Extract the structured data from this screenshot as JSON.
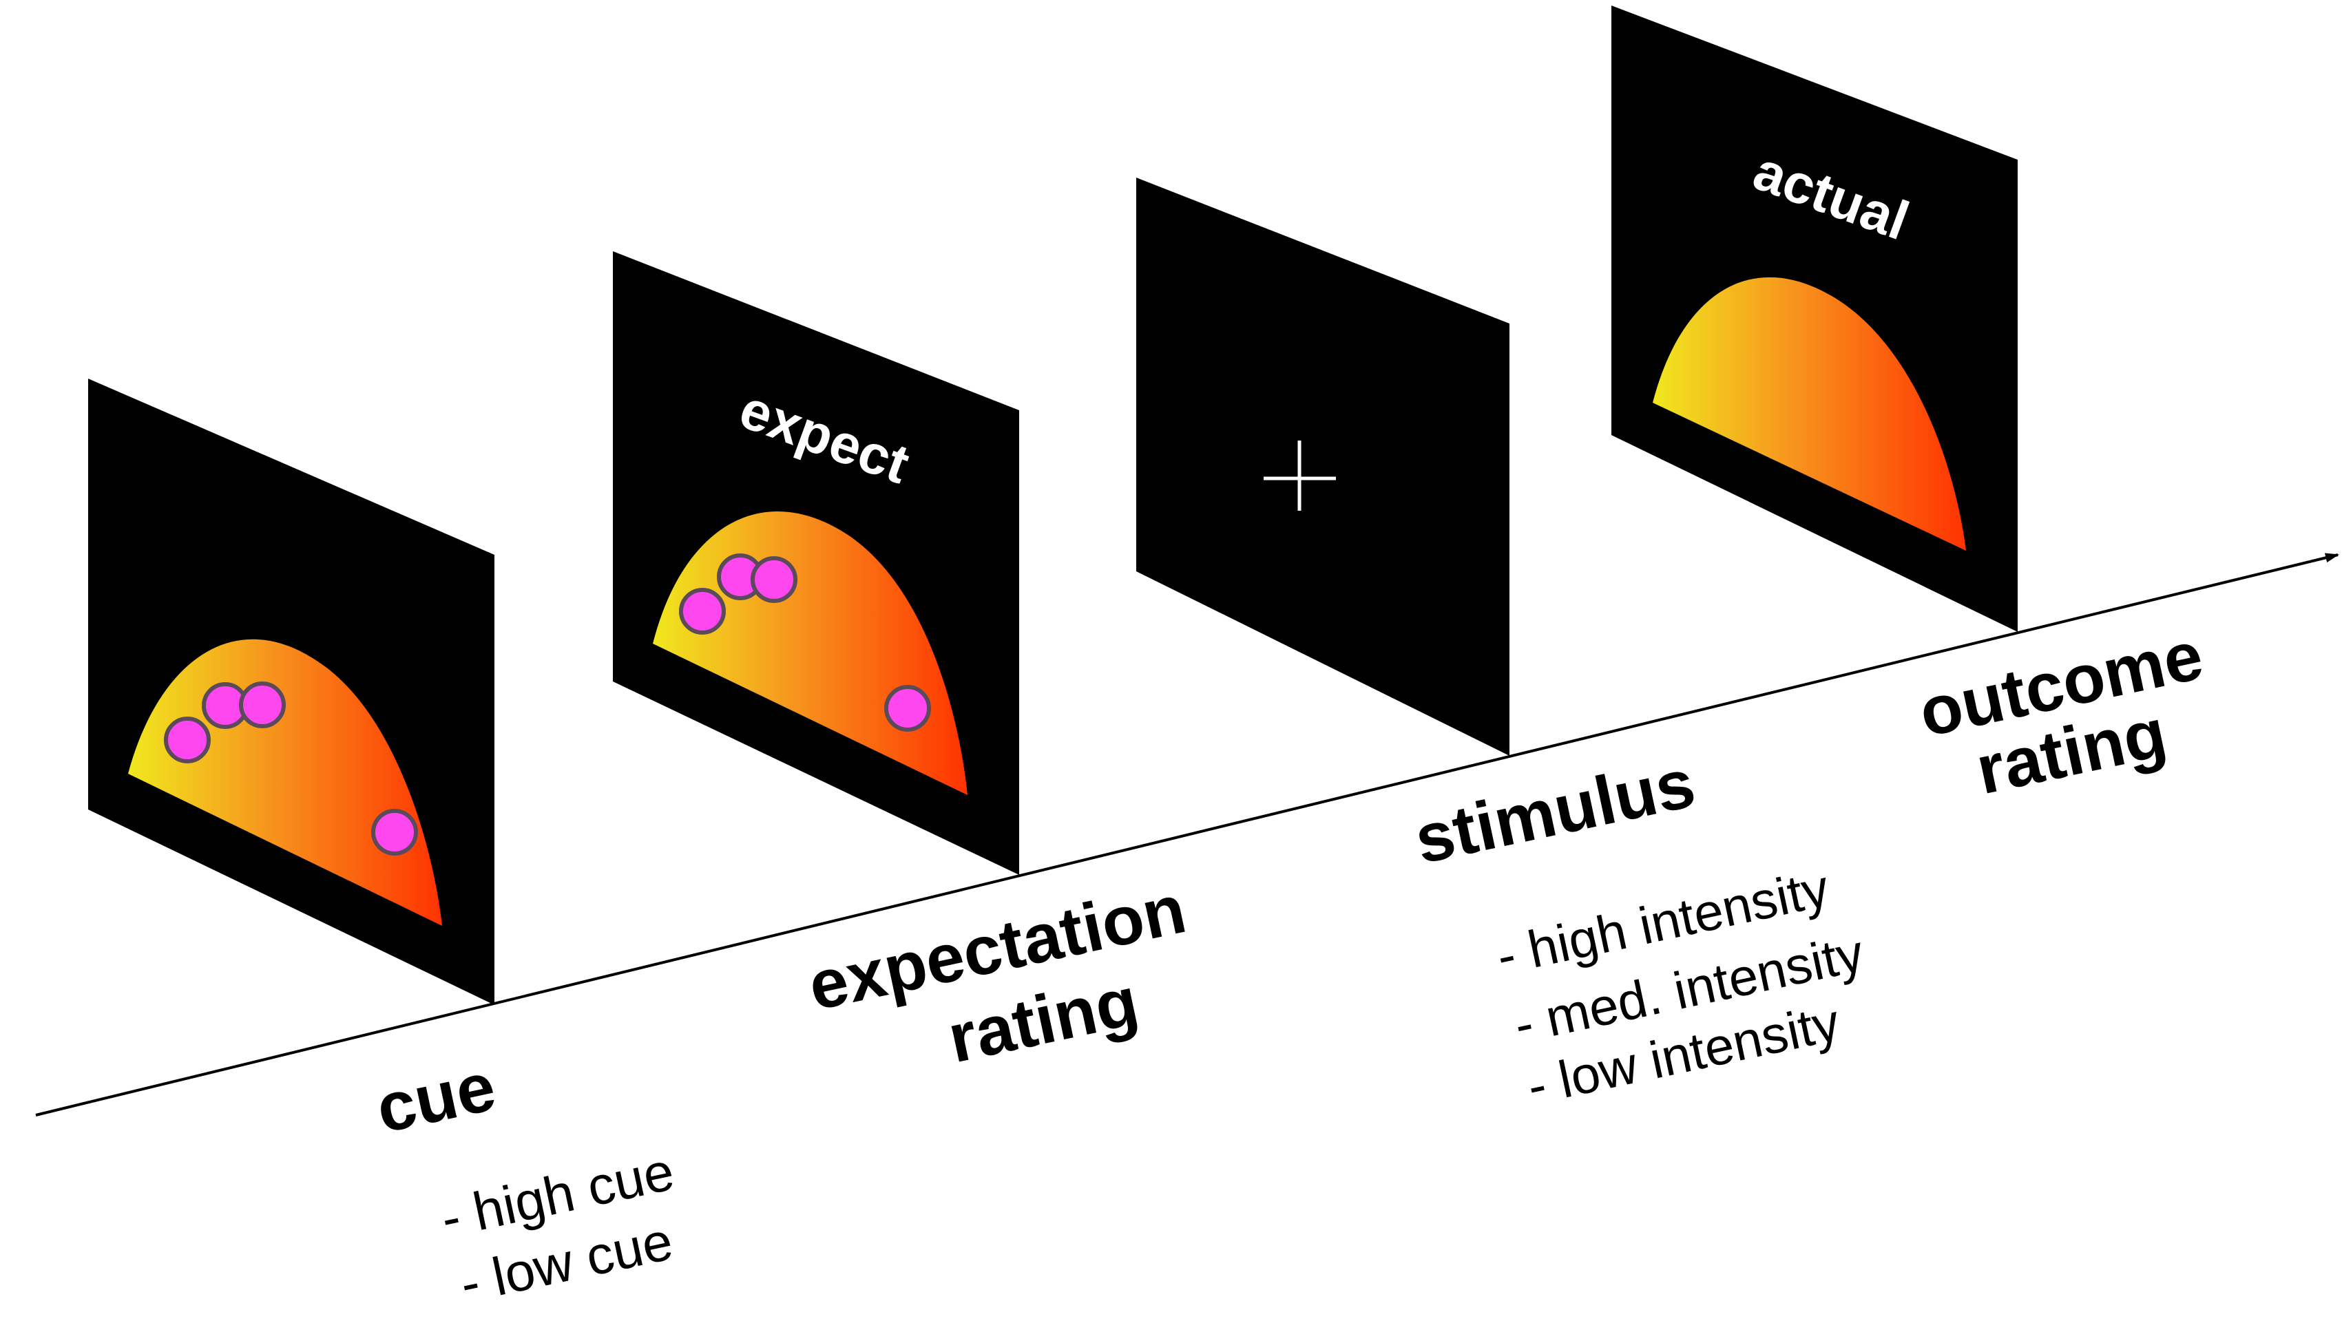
{
  "stages": [
    {
      "id": "cue",
      "title_lines": [
        "cue"
      ],
      "items": [
        "- high cue",
        "- low cue"
      ]
    },
    {
      "id": "expectation",
      "title_lines": [
        "expectation",
        "rating"
      ],
      "items": []
    },
    {
      "id": "stimulus",
      "title_lines": [
        "stimulus"
      ],
      "items": [
        "- high intensity",
        "- med. intensity",
        "- low intensity"
      ]
    },
    {
      "id": "outcome",
      "title_lines": [
        "outcome",
        "rating"
      ],
      "items": []
    }
  ],
  "screens": {
    "expect_label": "expect",
    "actual_label": "actual"
  },
  "colors": {
    "panel": "#000000",
    "gradient_start": "#f0e81e",
    "gradient_mid": "#f7941d",
    "gradient_end": "#ff3300",
    "dot_fill": "#ff47f0",
    "dot_stroke": "#5a4a5a",
    "axis": "#000000",
    "fixation": "#ffffff"
  }
}
